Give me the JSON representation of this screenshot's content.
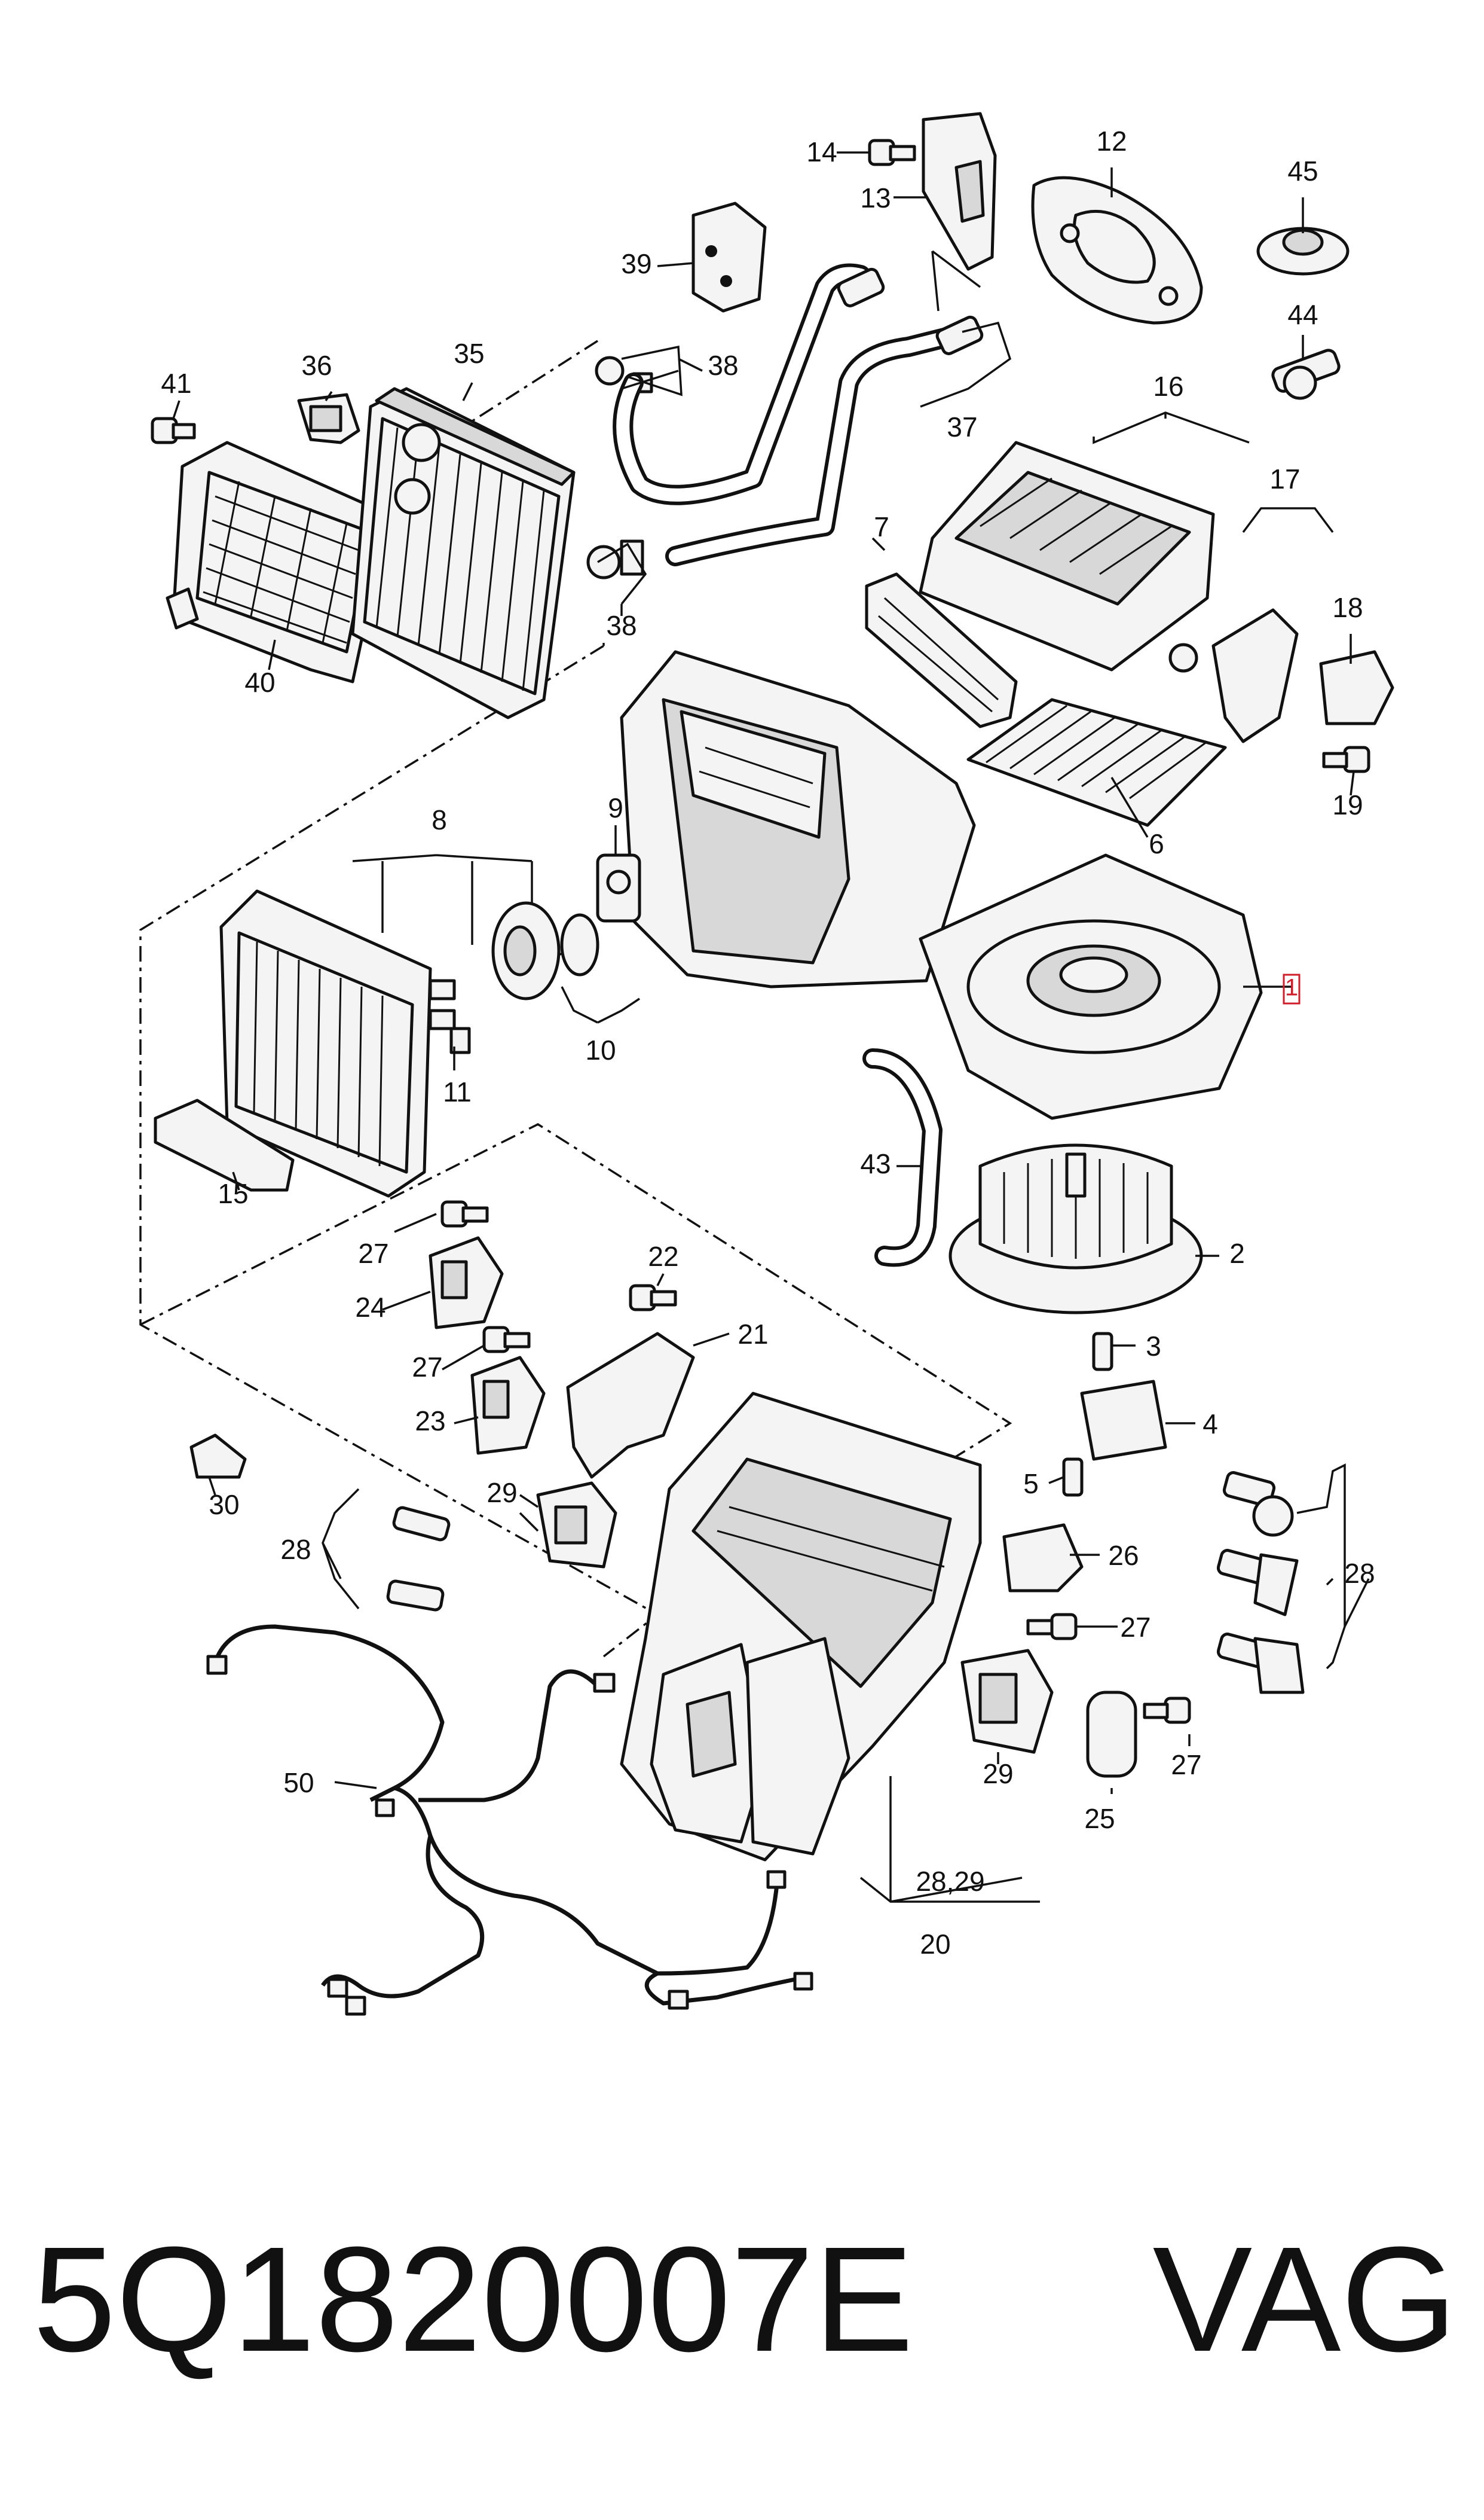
{
  "diagram": {
    "callouts": [
      {
        "id": "c1",
        "text": "1"
      },
      {
        "id": "c2",
        "text": "2"
      },
      {
        "id": "c3",
        "text": "3"
      },
      {
        "id": "c4",
        "text": "4"
      },
      {
        "id": "c5",
        "text": "5"
      },
      {
        "id": "c6",
        "text": "6"
      },
      {
        "id": "c7",
        "text": "7"
      },
      {
        "id": "c8",
        "text": "8"
      },
      {
        "id": "c9",
        "text": "9"
      },
      {
        "id": "c10",
        "text": "10"
      },
      {
        "id": "c11",
        "text": "11"
      },
      {
        "id": "c12",
        "text": "12"
      },
      {
        "id": "c13",
        "text": "13"
      },
      {
        "id": "c14",
        "text": "14"
      },
      {
        "id": "c15",
        "text": "15"
      },
      {
        "id": "c16",
        "text": "16"
      },
      {
        "id": "c17",
        "text": "17"
      },
      {
        "id": "c18",
        "text": "18"
      },
      {
        "id": "c19",
        "text": "19"
      },
      {
        "id": "c20",
        "text": "20"
      },
      {
        "id": "c21",
        "text": "21"
      },
      {
        "id": "c22",
        "text": "22"
      },
      {
        "id": "c23",
        "text": "23"
      },
      {
        "id": "c24",
        "text": "24"
      },
      {
        "id": "c25",
        "text": "25"
      },
      {
        "id": "c26",
        "text": "26"
      },
      {
        "id": "c27a",
        "text": "27"
      },
      {
        "id": "c27b",
        "text": "27"
      },
      {
        "id": "c27c",
        "text": "27"
      },
      {
        "id": "c27d",
        "text": "27"
      },
      {
        "id": "c28a",
        "text": "28"
      },
      {
        "id": "c28b",
        "text": "28"
      },
      {
        "id": "c2829",
        "text": "28,29"
      },
      {
        "id": "c29a",
        "text": "29"
      },
      {
        "id": "c29b",
        "text": "29"
      },
      {
        "id": "c30",
        "text": "30"
      },
      {
        "id": "c35",
        "text": "35"
      },
      {
        "id": "c36",
        "text": "36"
      },
      {
        "id": "c37",
        "text": "37"
      },
      {
        "id": "c38a",
        "text": "38"
      },
      {
        "id": "c38b",
        "text": "38"
      },
      {
        "id": "c39",
        "text": "39"
      },
      {
        "id": "c40",
        "text": "40"
      },
      {
        "id": "c41",
        "text": "41"
      },
      {
        "id": "c43",
        "text": "43"
      },
      {
        "id": "c44",
        "text": "44"
      },
      {
        "id": "c45",
        "text": "45"
      },
      {
        "id": "c50",
        "text": "50"
      }
    ]
  },
  "footer": {
    "part_number": "5Q1820007E",
    "brand": "VAG"
  },
  "colors": {
    "line": "#111111",
    "highlight": "#d21e2b"
  }
}
